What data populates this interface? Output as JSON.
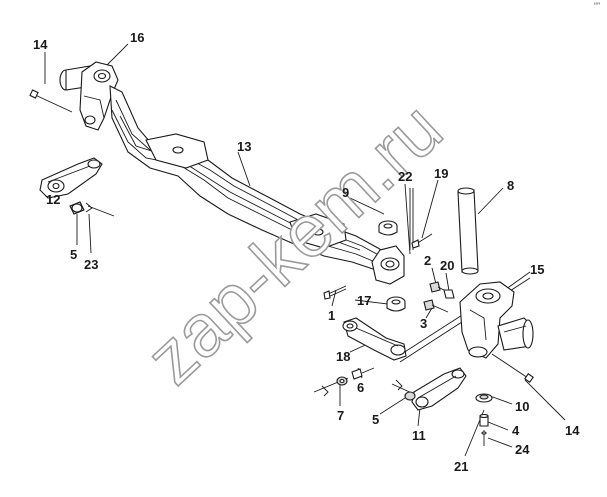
{
  "corner_mark": "“”",
  "watermark": "zap-kem.ru",
  "callouts": [
    {
      "id": "14",
      "label": "14"
    },
    {
      "id": "16",
      "label": "16"
    },
    {
      "id": "13",
      "label": "13"
    },
    {
      "id": "12",
      "label": "12"
    },
    {
      "id": "5",
      "label": "5"
    },
    {
      "id": "23",
      "label": "23"
    },
    {
      "id": "9",
      "label": "9"
    },
    {
      "id": "22",
      "label": "22"
    },
    {
      "id": "19",
      "label": "19"
    },
    {
      "id": "8",
      "label": "8"
    },
    {
      "id": "2",
      "label": "2"
    },
    {
      "id": "20",
      "label": "20"
    },
    {
      "id": "15",
      "label": "15"
    },
    {
      "id": "17",
      "label": "17"
    },
    {
      "id": "1",
      "label": "1"
    },
    {
      "id": "3",
      "label": "3"
    },
    {
      "id": "18",
      "label": "18"
    },
    {
      "id": "6",
      "label": "6"
    },
    {
      "id": "7",
      "label": "7"
    },
    {
      "id": "5b",
      "label": "5"
    },
    {
      "id": "11",
      "label": "11"
    },
    {
      "id": "10",
      "label": "10"
    },
    {
      "id": "14b",
      "label": "14"
    },
    {
      "id": "4",
      "label": "4"
    },
    {
      "id": "24",
      "label": "24"
    },
    {
      "id": "21",
      "label": "21"
    }
  ]
}
